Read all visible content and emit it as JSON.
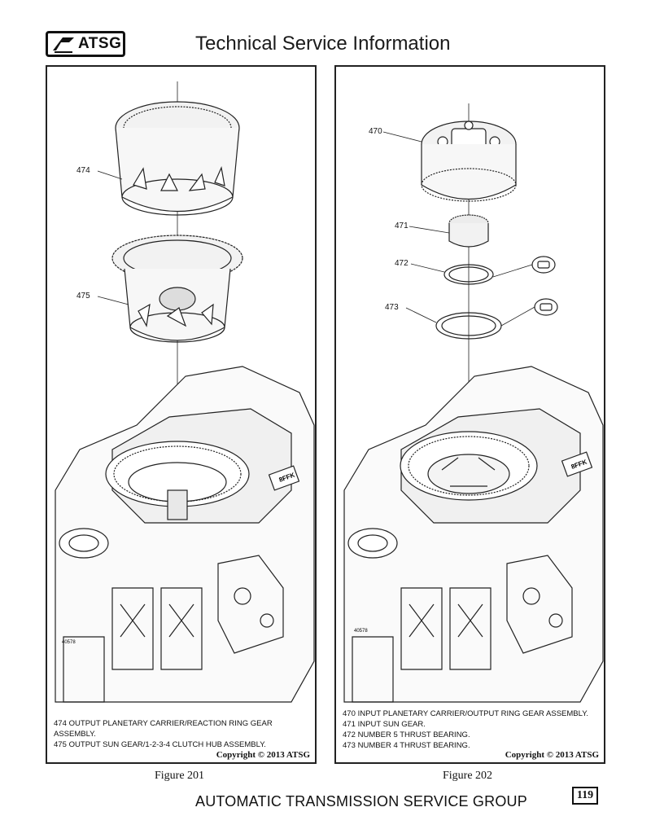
{
  "header": {
    "logo_text": "ATSG",
    "title": "Technical Service Information"
  },
  "figures": [
    {
      "caption": "Figure 201",
      "callouts": [
        "474",
        "475"
      ],
      "legend": [
        {
          "num": "474",
          "text": "OUTPUT PLANETARY CARRIER/REACTION RING GEAR ASSEMBLY."
        },
        {
          "num": "475",
          "text": "OUTPUT SUN GEAR/1-2-3-4 CLUTCH HUB ASSEMBLY."
        }
      ],
      "copyright": "Copyright © 2013 ATSG",
      "case_stamp": "40578",
      "case_label": "8FFK"
    },
    {
      "caption": "Figure 202",
      "callouts": [
        "470",
        "471",
        "472",
        "473"
      ],
      "legend": [
        {
          "num": "470",
          "text": "INPUT PLANETARY CARRIER/OUTPUT RING GEAR ASSEMBLY."
        },
        {
          "num": "471",
          "text": "INPUT SUN GEAR."
        },
        {
          "num": "472",
          "text": "NUMBER 5 THRUST BEARING."
        },
        {
          "num": "473",
          "text": "NUMBER 4 THRUST BEARING."
        }
      ],
      "copyright": "Copyright © 2013 ATSG",
      "case_stamp": "40578",
      "case_label": "8FFK"
    }
  ],
  "footer": {
    "title": "AUTOMATIC TRANSMISSION SERVICE GROUP",
    "page_number": "119"
  }
}
